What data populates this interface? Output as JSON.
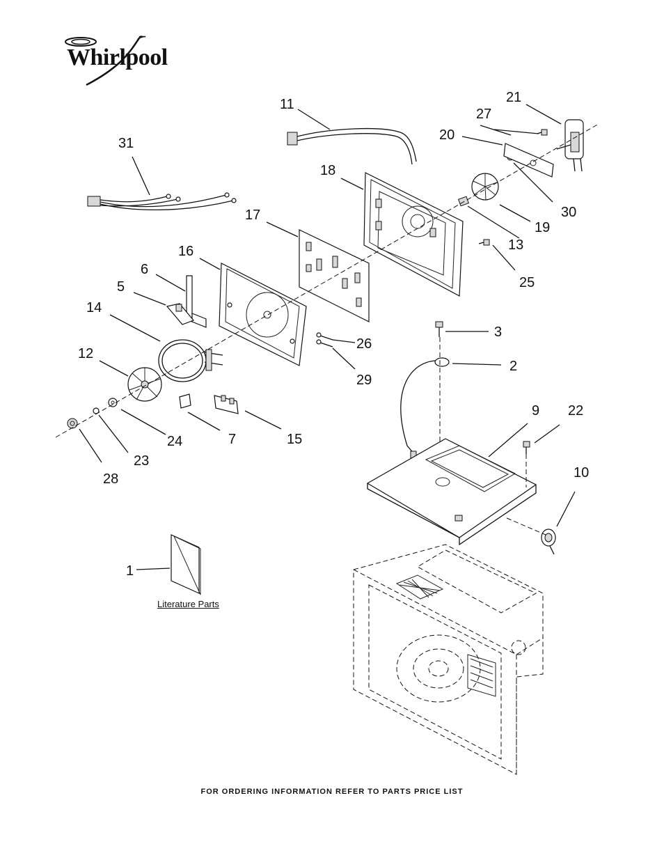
{
  "brand": "Whirlpool",
  "literature_label": "Literature Parts",
  "footer": "FOR ORDERING INFORMATION REFER TO PARTS PRICE LIST",
  "callouts": [
    "1",
    "2",
    "3",
    "5",
    "6",
    "7",
    "9",
    "10",
    "11",
    "12",
    "13",
    "14",
    "15",
    "16",
    "17",
    "18",
    "19",
    "20",
    "21",
    "22",
    "23",
    "24",
    "25",
    "26",
    "27",
    "28",
    "29",
    "30",
    "31"
  ],
  "colors": {
    "ink": "#111111",
    "paper": "#ffffff",
    "part_fill": "#d8d8d8"
  }
}
